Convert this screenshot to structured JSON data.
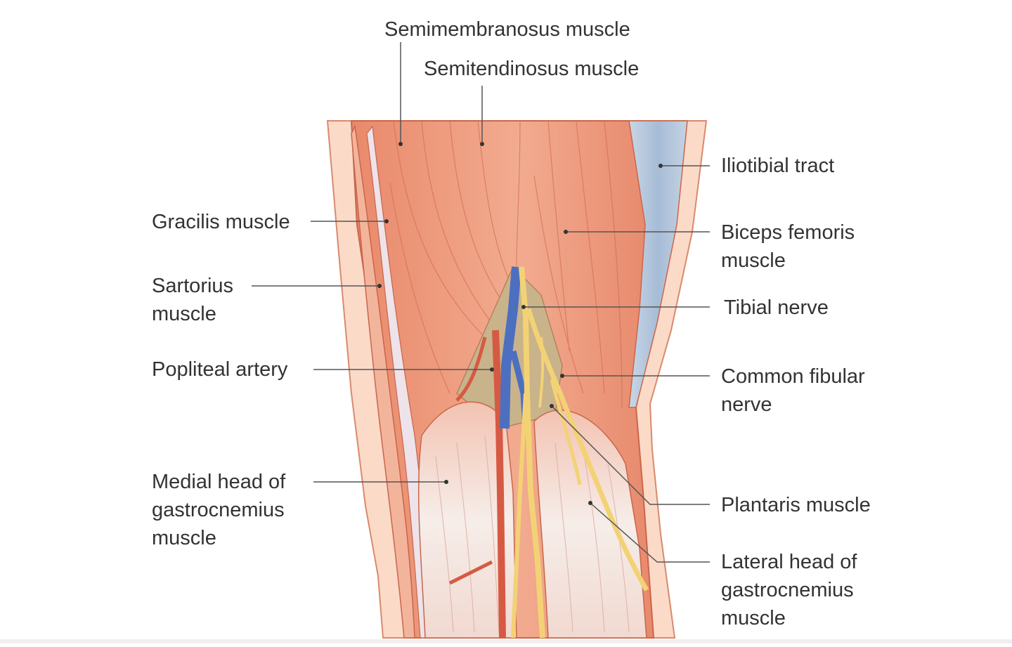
{
  "labels": {
    "semimembranosus": "Semimembranosus muscle",
    "semitendinosus": "Semitendinosus muscle",
    "iliotibial": "Iliotibial tract",
    "gracilis": "Gracilis muscle",
    "biceps": [
      "Biceps femoris",
      "muscle"
    ],
    "sartorius": [
      "Sartorius",
      "muscle"
    ],
    "tibial_nerve": "Tibial nerve",
    "popliteal_artery": "Popliteal artery",
    "common_fibular": [
      "Common fibular",
      "nerve"
    ],
    "medial_head": [
      "Medial head of",
      "gastrocnemius",
      "muscle"
    ],
    "plantaris": "Plantaris muscle",
    "lateral_head": [
      "Lateral head of",
      "gastrocnemius",
      "muscle"
    ]
  },
  "colors": {
    "muscle": "#ec9c7f",
    "muscle_dark": "#d4694f",
    "muscle_light": "#f6c1a9",
    "skin": "#fbdac8",
    "tendon": "#eeeaf0",
    "fascia_blue": "#b3c6dc",
    "vein": "#4d6fc0",
    "nerve": "#f3d275",
    "leader": "#555555"
  }
}
